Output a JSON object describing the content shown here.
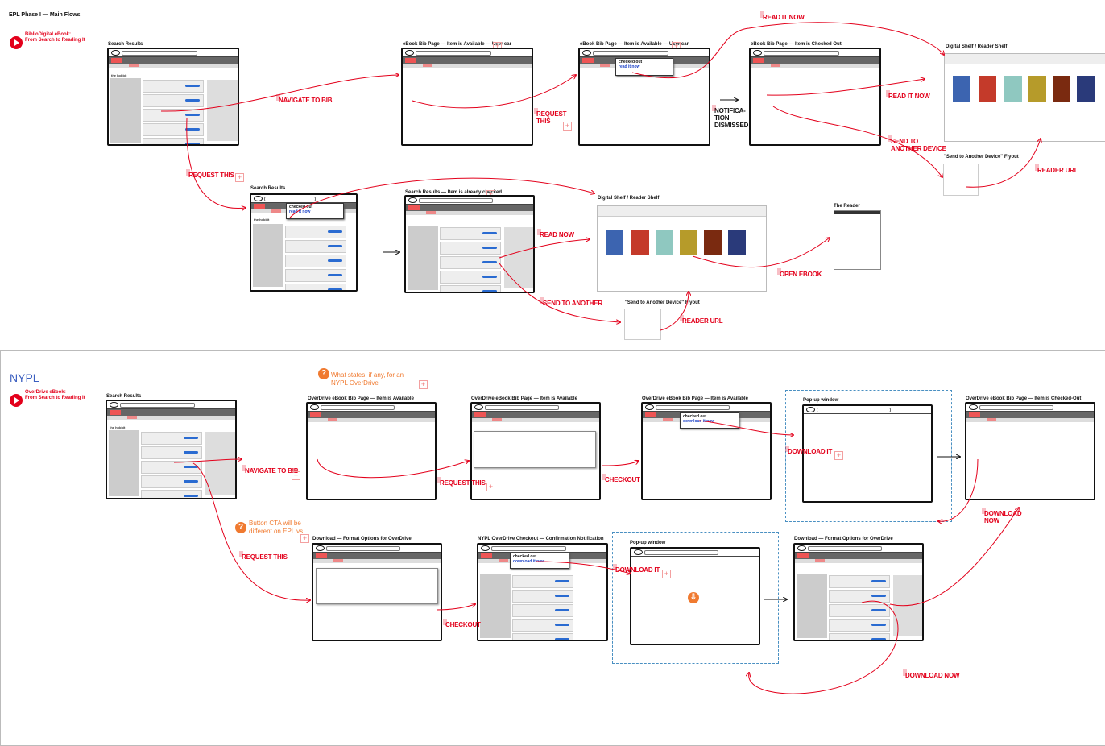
{
  "page": {
    "title": "EPL Phase I — Main Flows",
    "subtitle": "",
    "section1_badge": "",
    "section1_flow_title": "BiblioDigital eBook:\nFrom Search to Reading It",
    "section2_title": "NYPL",
    "section2_flow_title": "OverDrive eBook:\nFrom Search to Reading It"
  },
  "screens": [
    {
      "id": "s1",
      "title": "Search Results"
    },
    {
      "id": "s2",
      "title": "eBook Bib Page — Item is Available — User car"
    },
    {
      "id": "s3",
      "title": "eBook Bib Page — Item is Available — User car"
    },
    {
      "id": "s4",
      "title": "eBook Bib Page — Item is Checked Out"
    },
    {
      "id": "s5",
      "title": "Digital Shelf / Reader Shelf"
    },
    {
      "id": "s6",
      "title": "\"Send to Another Device\" Flyout"
    },
    {
      "id": "s7",
      "title": "Search Results"
    },
    {
      "id": "s8",
      "title": "Search Results — Item is already checked"
    },
    {
      "id": "s9",
      "title": "Digital Shelf / Reader Shelf"
    },
    {
      "id": "s10",
      "title": "The Reader"
    },
    {
      "id": "s11",
      "title": "\"Send to Another Device\" Flyout"
    },
    {
      "id": "n1",
      "title": "Search Results"
    },
    {
      "id": "n2",
      "title": "OverDrive eBook Bib Page — Item is Available"
    },
    {
      "id": "n3",
      "title": "OverDrive eBook Bib Page — Item is Available"
    },
    {
      "id": "n4",
      "title": "OverDrive eBook Bib Page — Item is Available"
    },
    {
      "id": "n5",
      "title": "Pop-up window"
    },
    {
      "id": "n6",
      "title": "OverDrive eBook Bib Page — Item is Checked-Out"
    },
    {
      "id": "n7",
      "title": "Download — Format Options for OverDrive"
    },
    {
      "id": "n8",
      "title": "NYPL OverDrive Checkout — Confirmation Notification"
    },
    {
      "id": "n9",
      "title": "Pop-up window"
    },
    {
      "id": "n10",
      "title": "Download — Format Options for OverDrive"
    }
  ],
  "labels": {
    "navigate_to_bib": "NAVIGATE TO BIB",
    "request_this": "REQUEST THIS",
    "request_this_split": "REQUEST\nTHIS",
    "read_it_now": "READ IT NOW",
    "send_to_another_device": "SEND TO\nANOTHER DEVICE",
    "reader_url": "READER URL",
    "notification_dismissed": "NOTIFICA-\nTION\nDISMISSED",
    "read_now": "READ NOW",
    "send_to_another": "SEND TO ANOTHER",
    "open_ebook": "OPEN EBOOK",
    "checkout": "CHECKOUT",
    "download_it": "DOWNLOAD IT",
    "download_now": "DOWNLOAD NOW",
    "download_now_split": "DOWNLOAD\nNOW"
  },
  "popovers": {
    "checked_out": "checked out",
    "read_it_now": "read it now",
    "download_it_now": "download it now"
  },
  "search_snippet": "the hobbit",
  "notes": {
    "overdrive_question": "What states, if any, for an NYPL OverDrive",
    "button_cta_note": "Button CTA will be different on EPL vs"
  },
  "colors": {
    "flow_red": "#e3001b",
    "note_orange": "#f07a30",
    "nypl_blue": "#3b5fc0",
    "dashed_blue": "#4a90c2"
  }
}
